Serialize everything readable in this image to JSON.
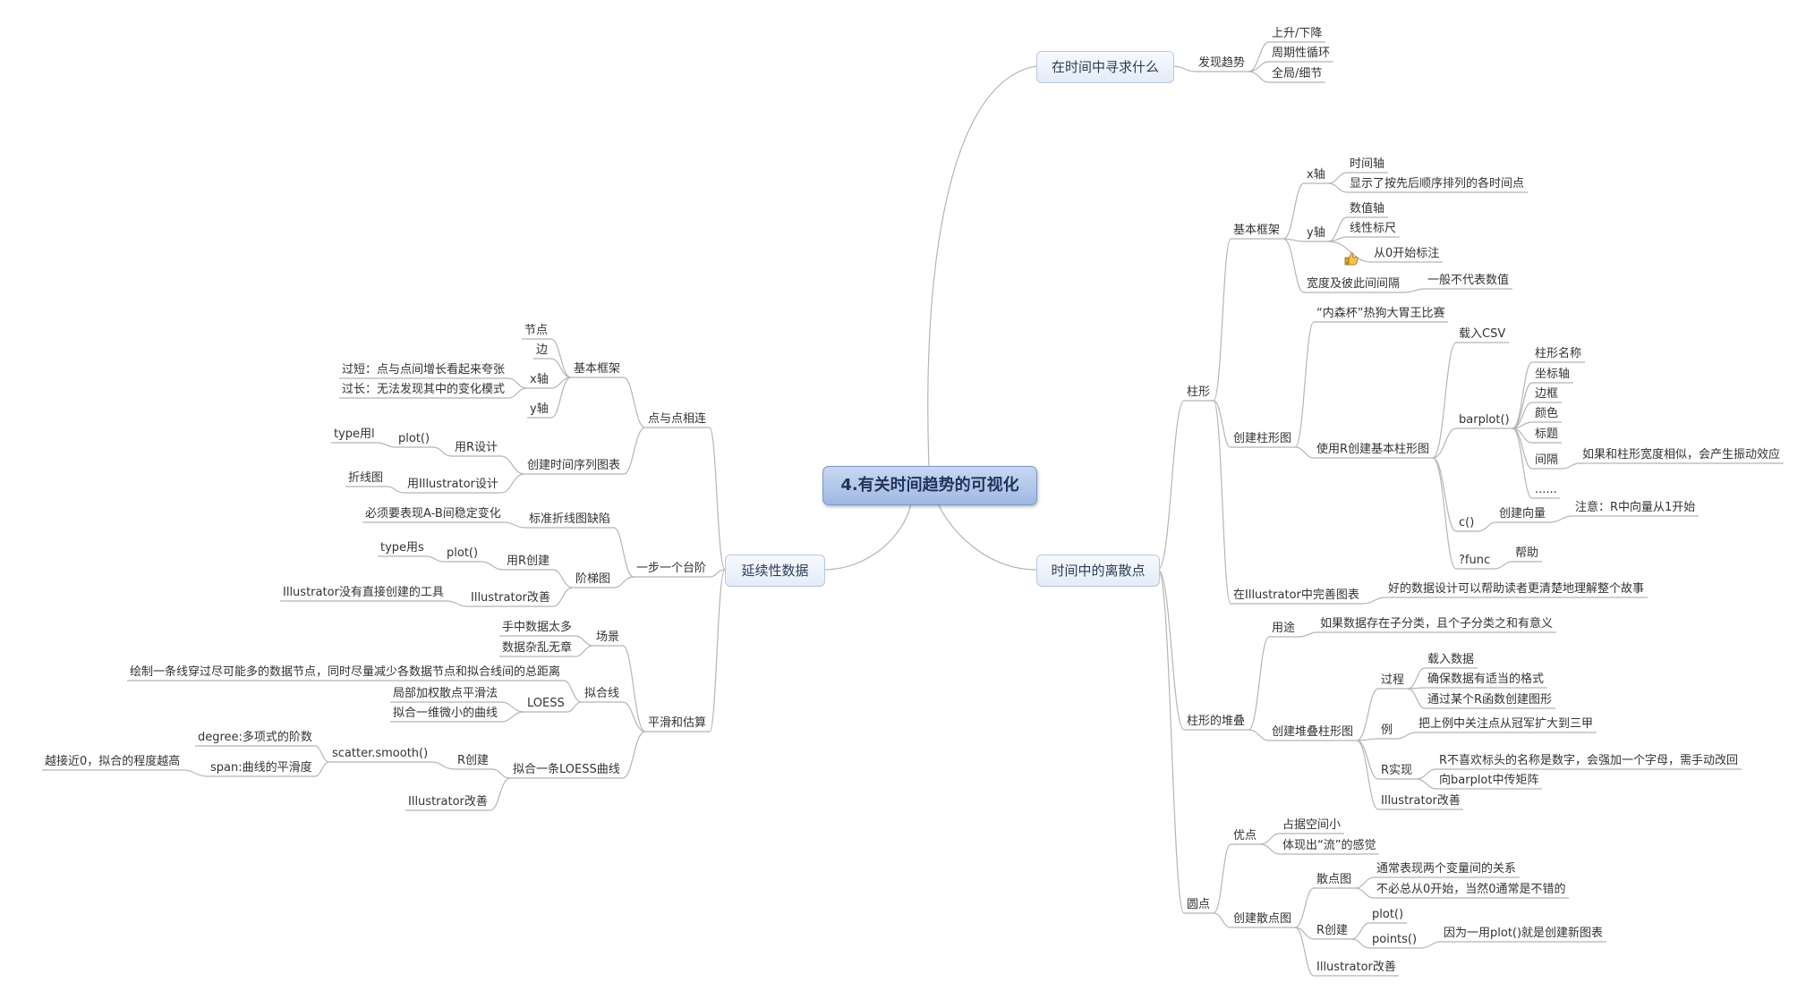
{
  "root": {
    "id": "root",
    "text": "4.有关时间趋势的可视化"
  },
  "main": [
    {
      "id": "m1",
      "text": "在时间中寻求什么"
    },
    {
      "id": "m2",
      "text": "时间中的离散点"
    },
    {
      "id": "m3",
      "text": "延续性数据"
    }
  ],
  "nodes": [
    {
      "id": "a1",
      "text": "发现趋势"
    },
    {
      "id": "a1a",
      "text": "上升/下降"
    },
    {
      "id": "a1b",
      "text": "周期性循环"
    },
    {
      "id": "a1c",
      "text": "全局/细节"
    },
    {
      "id": "b1",
      "text": "柱形"
    },
    {
      "id": "b1a",
      "text": "基本框架"
    },
    {
      "id": "b1a1",
      "text": "x轴"
    },
    {
      "id": "b1a1a",
      "text": "时间轴"
    },
    {
      "id": "b1a1b",
      "text": "显示了按先后顺序排列的各时间点"
    },
    {
      "id": "b1a2",
      "text": "y轴"
    },
    {
      "id": "b1a2a",
      "text": "数值轴"
    },
    {
      "id": "b1a2b",
      "text": "线性标尺"
    },
    {
      "id": "b1a2c",
      "text": "从0开始标注"
    },
    {
      "id": "b1a3",
      "text": "宽度及彼此间间隔"
    },
    {
      "id": "b1a3a",
      "text": "一般不代表数值"
    },
    {
      "id": "b1b",
      "text": "创建柱形图"
    },
    {
      "id": "b1b1",
      "text": "“内森杯”热狗大胃王比赛"
    },
    {
      "id": "b1b2",
      "text": "使用R创建基本柱形图"
    },
    {
      "id": "b1b2a",
      "text": "载入CSV"
    },
    {
      "id": "b1b2b",
      "text": "barplot()"
    },
    {
      "id": "b1b2b1",
      "text": "柱形名称"
    },
    {
      "id": "b1b2b2",
      "text": "坐标轴"
    },
    {
      "id": "b1b2b3",
      "text": "边框"
    },
    {
      "id": "b1b2b4",
      "text": "颜色"
    },
    {
      "id": "b1b2b5",
      "text": "标题"
    },
    {
      "id": "b1b2b6",
      "text": "间隔"
    },
    {
      "id": "b1b2b6a",
      "text": "如果和柱形宽度相似，会产生振动效应"
    },
    {
      "id": "b1b2b7",
      "text": "......"
    },
    {
      "id": "b1b2c",
      "text": "c()"
    },
    {
      "id": "b1b2c1",
      "text": "创建向量"
    },
    {
      "id": "b1b2c1a",
      "text": "注意：R中向量从1开始"
    },
    {
      "id": "b1b2d",
      "text": "?func"
    },
    {
      "id": "b1b2d1",
      "text": "帮助"
    },
    {
      "id": "b1c",
      "text": "在Illustrator中完善图表"
    },
    {
      "id": "b1c1",
      "text": "好的数据设计可以帮助读者更清楚地理解整个故事"
    },
    {
      "id": "b2",
      "text": "柱形的堆叠"
    },
    {
      "id": "b2a",
      "text": "用途"
    },
    {
      "id": "b2a1",
      "text": "如果数据存在子分类，且个子分类之和有意义"
    },
    {
      "id": "b2b",
      "text": "创建堆叠柱形图"
    },
    {
      "id": "b2b1",
      "text": "过程"
    },
    {
      "id": "b2b1a",
      "text": "载入数据"
    },
    {
      "id": "b2b1b",
      "text": "确保数据有适当的格式"
    },
    {
      "id": "b2b1c",
      "text": "通过某个R函数创建图形"
    },
    {
      "id": "b2b2",
      "text": "例"
    },
    {
      "id": "b2b2a",
      "text": "把上例中关注点从冠军扩大到三甲"
    },
    {
      "id": "b2b3",
      "text": "R实现"
    },
    {
      "id": "b2b3a",
      "text": "R不喜欢标头的名称是数字，会强加一个字母，需手动改回"
    },
    {
      "id": "b2b3b",
      "text": "向barplot中传矩阵"
    },
    {
      "id": "b2b4",
      "text": "Illustrator改善"
    },
    {
      "id": "b3",
      "text": "圆点"
    },
    {
      "id": "b3a",
      "text": "优点"
    },
    {
      "id": "b3a1",
      "text": "占据空间小"
    },
    {
      "id": "b3a2",
      "text": "体现出“流”的感觉"
    },
    {
      "id": "b3b",
      "text": "创建散点图"
    },
    {
      "id": "b3b1",
      "text": "散点图"
    },
    {
      "id": "b3b1a",
      "text": "通常表现两个变量间的关系"
    },
    {
      "id": "b3b1b",
      "text": "不必总从0开始，当然0通常是不错的"
    },
    {
      "id": "b3b2",
      "text": "R创建"
    },
    {
      "id": "b3b2a",
      "text": "plot()"
    },
    {
      "id": "b3b2b",
      "text": "points()"
    },
    {
      "id": "b3b2b1",
      "text": "因为一用plot()就是创建新图表"
    },
    {
      "id": "b3b3",
      "text": "Illustrator改善"
    },
    {
      "id": "c1",
      "text": "点与点相连"
    },
    {
      "id": "c1a",
      "text": "基本框架"
    },
    {
      "id": "c1a1",
      "text": "节点"
    },
    {
      "id": "c1a2",
      "text": "边"
    },
    {
      "id": "c1a3",
      "text": "x轴"
    },
    {
      "id": "c1a3a",
      "text": "过短：点与点间增长看起来夸张"
    },
    {
      "id": "c1a3b",
      "text": "过长：无法发现其中的变化模式"
    },
    {
      "id": "c1a4",
      "text": "y轴"
    },
    {
      "id": "c1b",
      "text": "创建时间序列图表"
    },
    {
      "id": "c1b1",
      "text": "用R设计"
    },
    {
      "id": "c1b1a",
      "text": "plot()"
    },
    {
      "id": "c1b1a1",
      "text": "type用l"
    },
    {
      "id": "c1b2",
      "text": "用Illustrator设计"
    },
    {
      "id": "c1b2a",
      "text": "折线图"
    },
    {
      "id": "c2",
      "text": "一步一个台阶"
    },
    {
      "id": "c2a",
      "text": "标准折线图缺陷"
    },
    {
      "id": "c2a1",
      "text": "必须要表现A-B间稳定变化"
    },
    {
      "id": "c2b",
      "text": "阶梯图"
    },
    {
      "id": "c2b1",
      "text": "用R创建"
    },
    {
      "id": "c2b1a",
      "text": "plot()"
    },
    {
      "id": "c2b1a1",
      "text": "type用s"
    },
    {
      "id": "c2b2",
      "text": "Illustrator改善"
    },
    {
      "id": "c2b2a",
      "text": "Illustrator没有直接创建的工具"
    },
    {
      "id": "c3",
      "text": "平滑和估算"
    },
    {
      "id": "c3a",
      "text": "场景"
    },
    {
      "id": "c3a1",
      "text": "手中数据太多"
    },
    {
      "id": "c3a2",
      "text": "数据杂乱无章"
    },
    {
      "id": "c3b",
      "text": "拟合线"
    },
    {
      "id": "c3b1",
      "text": "绘制一条线穿过尽可能多的数据节点，同时尽量减少各数据节点和拟合线间的总距离"
    },
    {
      "id": "c3b2",
      "text": "LOESS"
    },
    {
      "id": "c3b2a",
      "text": "局部加权散点平滑法"
    },
    {
      "id": "c3b2b",
      "text": "拟合一维微小的曲线"
    },
    {
      "id": "c3c",
      "text": "拟合一条LOESS曲线"
    },
    {
      "id": "c3c1",
      "text": "R创建"
    },
    {
      "id": "c3c1a",
      "text": "scatter.smooth()"
    },
    {
      "id": "c3c1a1",
      "text": "degree:多项式的阶数"
    },
    {
      "id": "c3c1a2",
      "text": "span:曲线的平滑度"
    },
    {
      "id": "c3c1a2a",
      "text": "越接近0，拟合的程度越高"
    },
    {
      "id": "c3c2",
      "text": "Illustrator改善"
    }
  ],
  "icons": [
    {
      "id": "thumb",
      "name": "thumbs-up-icon"
    }
  ],
  "colors": {
    "line": "#b5b5b5",
    "rootFill": "#a9c1e8",
    "mainFill": "#eef3fb",
    "mainBorder": "#b9c7de",
    "text": "#333333"
  }
}
